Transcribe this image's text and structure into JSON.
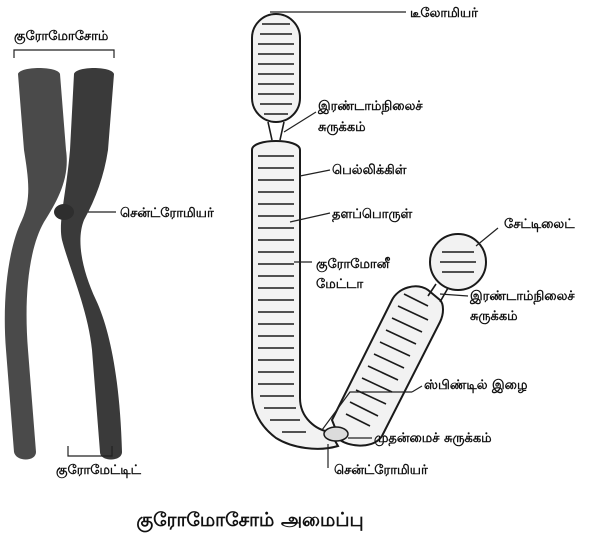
{
  "diagram": {
    "title": "குரோமோசோம் அமைப்பு",
    "labels": {
      "chromosome": "குரோமோசோம்",
      "centromere_left": "சென்ட்ரோமியர்",
      "chromatid": "குரோமேட்டிட்",
      "telomere": "டீலோமியர்",
      "secondary_constriction_1": [
        "இரண்டாம்நிலைச்",
        "சுருக்கம்"
      ],
      "pellicle": "பெல்லிக்கிள்",
      "matrix": "தளப்பொருள்",
      "chromonemata": [
        "குரோமோனீ",
        "மேட்டா"
      ],
      "satellite": "சேட்டிலைட்",
      "secondary_constriction_2": [
        "இரண்டாம்நிலைச்",
        "சுருக்கம்"
      ],
      "spindle_fibre": "ஸ்பிண்டில் இழை",
      "primary_constriction": "முதன்மைச் சுருக்கம்",
      "centromere_right": "சென்ட்ரோமியர்"
    }
  }
}
